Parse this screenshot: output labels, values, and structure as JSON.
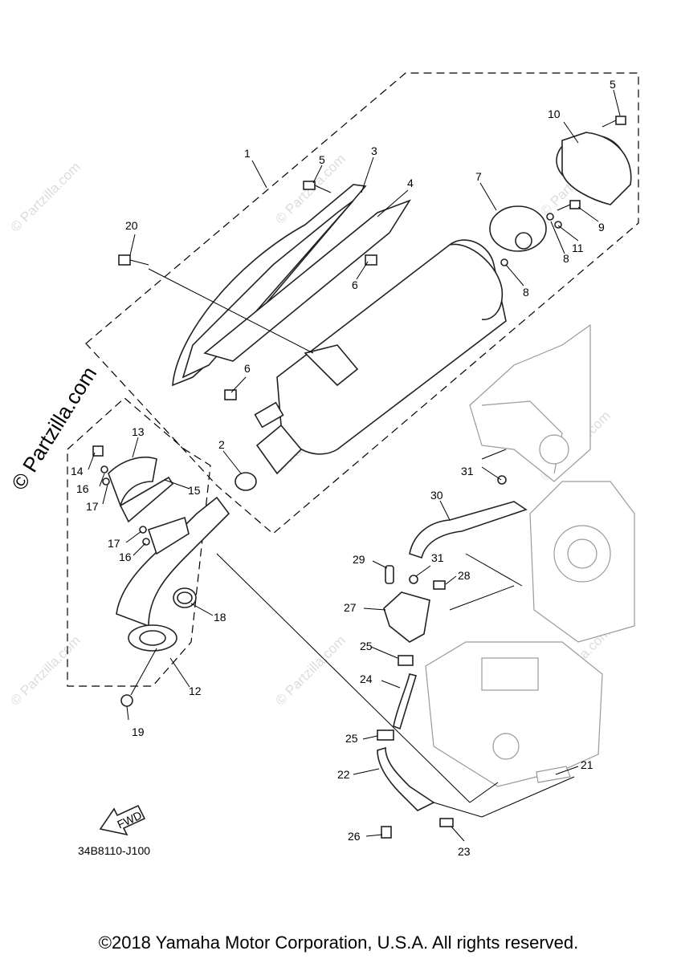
{
  "watermark_side": "© Partzilla.com",
  "watermark_tile": "© Partzilla.com",
  "diagram_code": "34B8110-J100",
  "fwd_label": "FWD",
  "copyright": "©2018 Yamaha Motor Corporation, U.S.A. All rights reserved.",
  "callouts": {
    "c1": "1",
    "c2": "2",
    "c3": "3",
    "c4": "4",
    "c5a": "5",
    "c5b": "5",
    "c6a": "6",
    "c6b": "6",
    "c7": "7",
    "c8a": "8",
    "c8b": "8",
    "c9": "9",
    "c10": "10",
    "c11": "11",
    "c12": "12",
    "c13": "13",
    "c14": "14",
    "c15": "15",
    "c16a": "16",
    "c16b": "16",
    "c17a": "17",
    "c17b": "17",
    "c18": "18",
    "c19": "19",
    "c20": "20",
    "c21": "21",
    "c22": "22",
    "c23": "23",
    "c24": "24",
    "c25a": "25",
    "c25b": "25",
    "c26": "26",
    "c27": "27",
    "c28": "28",
    "c29": "29",
    "c30": "30",
    "c31a": "31",
    "c31b": "31"
  }
}
